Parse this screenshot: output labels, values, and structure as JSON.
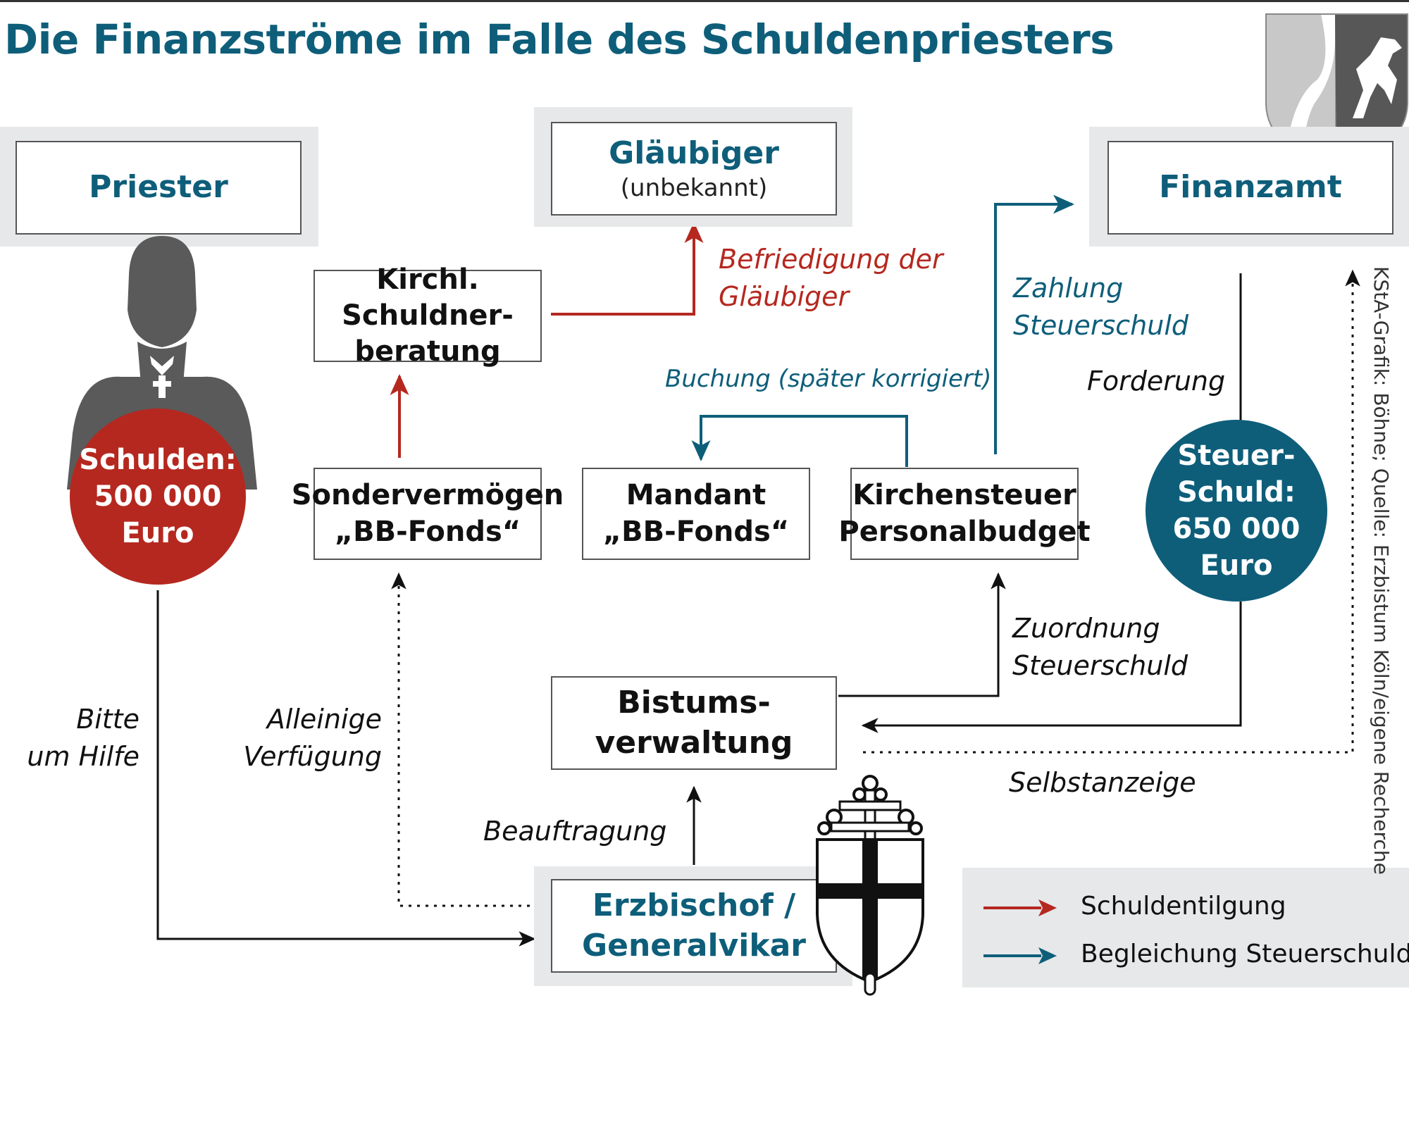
{
  "title": "Die Finanzströme im Falle des Schuldenpriesters",
  "nodes": {
    "priester": "Priester",
    "glaeubiger_title": "Gläubiger",
    "glaeubiger_sub": "(unbekannt)",
    "finanzamt": "Finanzamt",
    "schuldnerberatung_l1": "Kirchl. Schuldner-",
    "schuldnerberatung_l2": "beratung",
    "sondervermoegen_l1": "Sondervermögen",
    "sondervermoegen_l2": "„BB-Fonds“",
    "mandant_l1": "Mandant",
    "mandant_l2": "„BB-Fonds“",
    "kirchensteuer_l1": "Kirchensteuer",
    "kirchensteuer_l2": "Personalbudget",
    "bistum_l1": "Bistums-",
    "bistum_l2": "verwaltung",
    "erzbischof_l1": "Erzbischof /",
    "erzbischof_l2": "Generalvikar"
  },
  "circles": {
    "schulden_l1": "Schulden:",
    "schulden_l2": "500 000",
    "schulden_l3": "Euro",
    "steuer_l1": "Steuer-",
    "steuer_l2": "Schuld:",
    "steuer_l3": "650 000",
    "steuer_l4": "Euro"
  },
  "labels": {
    "befriedigung_l1": "Befriedigung der",
    "befriedigung_l2": "Gläubiger",
    "zahlung_l1": "Zahlung",
    "zahlung_l2": "Steuerschuld",
    "buchung": "Buchung (später korrigiert)",
    "forderung": "Forderung",
    "zuordnung_l1": "Zuordnung",
    "zuordnung_l2": "Steuerschuld",
    "bitte_l1": "Bitte",
    "bitte_l2": "um Hilfe",
    "alleinige_l1": "Alleinige",
    "alleinige_l2": "Verfügung",
    "beauftragung": "Beauftragung",
    "selbstanzeige": "Selbstanzeige"
  },
  "legend": {
    "red_label": "Schuldentilgung",
    "teal_label": "Begleichung Steuerschuld"
  },
  "credit": "KStA-Grafik: Böhne; Quelle: Erzbistum Köln/eigene Recherche",
  "colors": {
    "accent_teal": "#0e5e7a",
    "debt_red": "#b5281f",
    "silhouette_gray": "#5a5a5a",
    "panel_gray": "#e6e8e9"
  },
  "icons": [
    "nrw-coat-of-arms-icon",
    "priest-silhouette-icon",
    "archdiocese-coat-of-arms-icon",
    "arrow-icon"
  ]
}
